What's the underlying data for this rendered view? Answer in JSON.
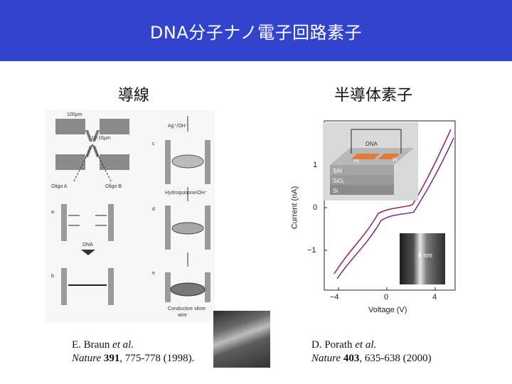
{
  "slide": {
    "title": "DNA分子ナノ電子回路素子",
    "title_bar_color": "#3344cc"
  },
  "left": {
    "heading": "導線",
    "figure_labels": {
      "scale": "100μm",
      "gap": "12-16μm",
      "c": "c",
      "d": "d",
      "a": "a",
      "b": "b",
      "e": "e",
      "agoh": "Ag⁺/OH⁻",
      "hydroquinone": "Hydroquinone/OH⁻",
      "oligo_a": "Oligo A",
      "oligo_b": "Oligo B",
      "dna": "DNA",
      "conductive": "Conductive silver",
      "wire": "wire"
    },
    "citation": {
      "author": "E. Braun ",
      "etal": "et al.",
      "journal": "Nature ",
      "volume": "391",
      "pages": ", 775-778 (1998)."
    }
  },
  "right": {
    "heading": "半導体素子",
    "plot": {
      "ylabel": "Current (nA)",
      "xlabel": "Voltage (V)",
      "x_ticks": [
        "−4",
        "0",
        "4"
      ],
      "y_ticks": [
        "1",
        "0",
        "−1"
      ],
      "inset_labels": {
        "dna": "DNA",
        "pt_left": "Pt",
        "pt_right": "Pt",
        "sin": "SiN",
        "sio2": "SiO₂",
        "si": "Si",
        "scale": "8 nm"
      }
    },
    "citation": {
      "author": "D. Porath ",
      "etal": "et al.",
      "journal": "Nature ",
      "volume": "403",
      "pages": ", 635-638 (2000)"
    }
  }
}
